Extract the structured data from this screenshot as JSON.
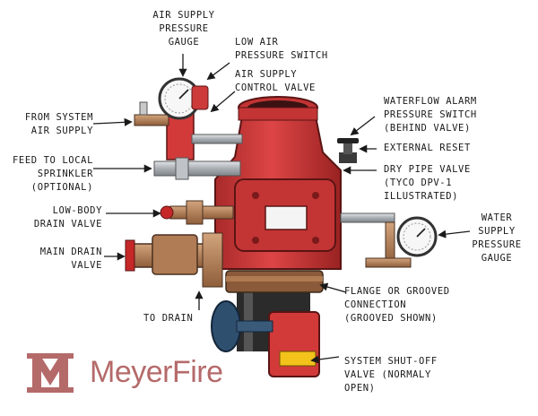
{
  "labels": {
    "air_supply_pressure_gauge": "AIR SUPPLY\nPRESSURE\nGAUGE",
    "low_air_pressure_switch": "LOW AIR\nPRESSURE SWITCH",
    "air_supply_control_valve": "AIR SUPPLY\nCONTROL VALVE",
    "waterflow_alarm_pressure_switch": "WATERFLOW ALARM\nPRESSURE SWITCH\n(BEHIND VALVE)",
    "external_reset": "EXTERNAL RESET",
    "dry_pipe_valve": "DRY PIPE VALVE\n(TYCO DPV-1\nILLUSTRATED)",
    "from_system_air_supply": "FROM SYSTEM\nAIR SUPPLY",
    "feed_to_local_sprinkler": "FEED TO LOCAL\nSPRINKLER\n(OPTIONAL)",
    "low_body_drain_valve": "LOW-BODY\nDRAIN VALVE",
    "main_drain_valve": "MAIN DRAIN\nVALVE",
    "water_supply_pressure_gauge": "WATER\nSUPPLY\nPRESSURE\nGAUGE",
    "flange_or_grooved_connection": "FLANGE OR GROOVED\nCONNECTION\n(GROOVED SHOWN)",
    "to_drain": "TO DRAIN",
    "system_shut_off_valve": "SYSTEM SHUT-OFF\nVALVE (NORMALY\nOPEN)"
  },
  "logo": {
    "text": "MeyerFire",
    "color": "#b56a6a"
  },
  "colors": {
    "valve_red": "#d23a3a",
    "valve_dark_red": "#9e2424",
    "pipe_gray": "#b9bdc1",
    "brass": "#b8835a",
    "handle_blue": "#2f4f6f",
    "yellow_tag": "#f3c21b"
  }
}
